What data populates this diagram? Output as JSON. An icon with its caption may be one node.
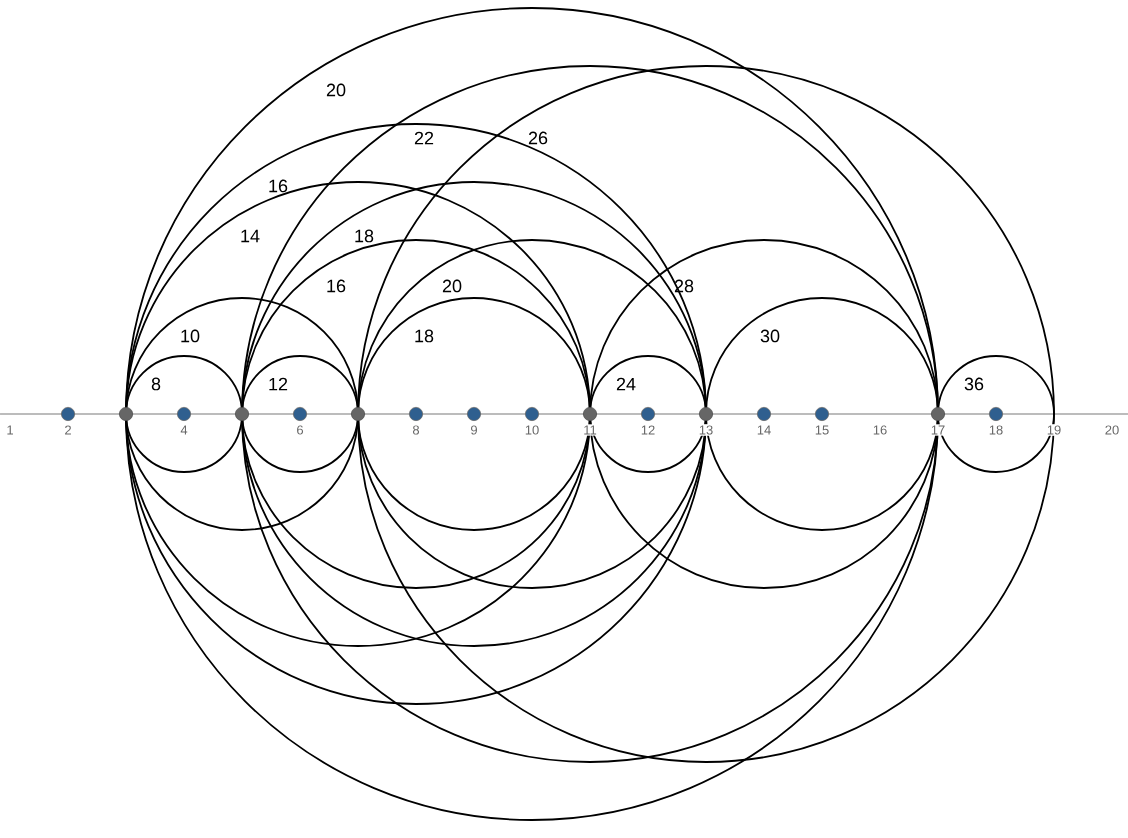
{
  "diagram": {
    "labels": [
      "20",
      "22",
      "26",
      "16",
      "14",
      "18",
      "16",
      "20",
      "28",
      "10",
      "18",
      "30",
      "8",
      "12",
      "24",
      "36",
      "1",
      "2",
      "4",
      "6",
      "8",
      "9",
      "10",
      "11",
      "12",
      "13",
      "14",
      "15",
      "16",
      "17",
      "18",
      "19",
      "20"
    ]
  }
}
